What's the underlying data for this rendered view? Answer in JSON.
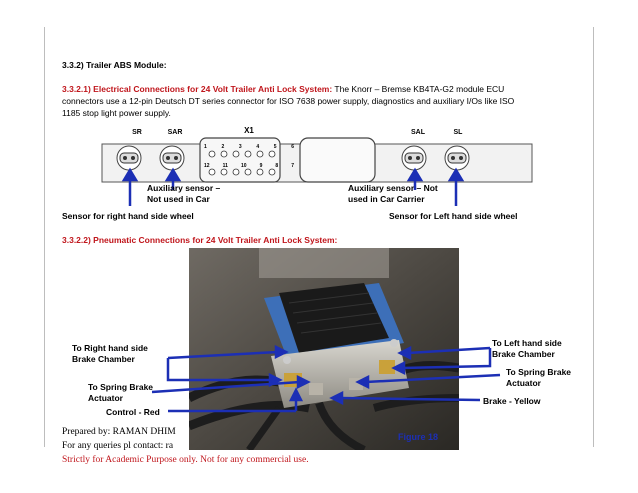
{
  "section_title": "3.3.2) Trailer ABS Module:",
  "electrical": {
    "heading": "3.3.2.1) Electrical Connections for 24 Volt Trailer Anti Lock System:",
    "body_first": " The Knorr – Bremse KB4TA-G2 module ECU",
    "body_line2": "connectors use a 12-pin Deutsch DT series connector for ISO 7638 power supply, diagnostics and auxiliary I/Os like ISO",
    "body_line3": "1185 stop light power supply."
  },
  "connector_panel": {
    "ports": [
      "SR",
      "SAR",
      "X1",
      "SAL",
      "SL"
    ],
    "pins_row1": [
      "1",
      "2",
      "3",
      "4",
      "5",
      "6"
    ],
    "pins_row2": [
      "12",
      "11",
      "10",
      "9",
      "8",
      "7"
    ]
  },
  "electrical_labels": {
    "aux_car_line1": "Auxiliary sensor –",
    "aux_car_line2": "Not used in Car",
    "aux_carrier_line1": "Auxiliary sensor – Not",
    "aux_carrier_line2": "used in Car Carrier",
    "right_sensor": "Sensor for right hand side wheel",
    "left_sensor": "Sensor for Left hand side wheel"
  },
  "pneumatic": {
    "heading": "3.3.2.2) Pneumatic Connections for 24 Volt Trailer Anti Lock System:"
  },
  "photo_labels": {
    "right_chamber_line1": "To Right hand side",
    "right_chamber_line2": "Brake Chamber",
    "spring_left_line1": "To Spring Brake",
    "spring_left_line2": "Actuator",
    "control": "Control - Red",
    "left_chamber_line1": "To Left hand side",
    "left_chamber_line2": "Brake Chamber",
    "spring_right_line1": "To Spring Brake",
    "spring_right_line2": "Actuator",
    "brake": "Brake - Yellow",
    "figure": "Figure 18"
  },
  "footer": {
    "prepared": "Prepared by: RAMAN DHIM",
    "queries": "For any queries pl contact: ra",
    "disclaimer": "Strictly for Academic Purpose only. Not for any commercial use."
  },
  "colors": {
    "heading_red": "#c0161c",
    "arrow_blue": "#1c2fb5",
    "plate_blue": "#3d6fb8"
  }
}
